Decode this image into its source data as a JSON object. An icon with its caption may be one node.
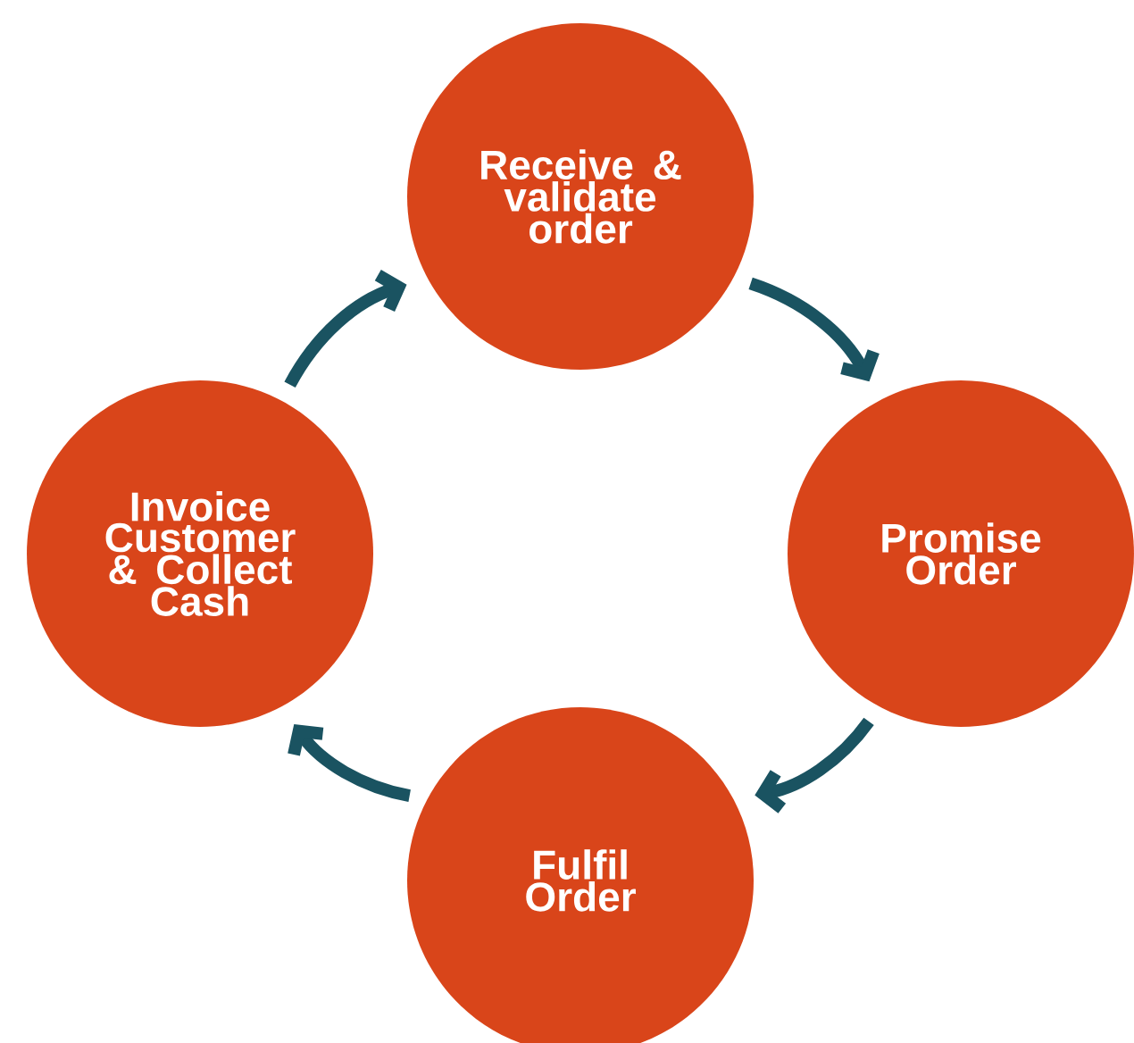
{
  "diagram": {
    "nodes": [
      {
        "text": [
          "Receive & validate order"
        ]
      },
      {
        "text": [
          "Promise Order"
        ]
      },
      {
        "text": [
          "Fulfil Order"
        ]
      },
      {
        "text": [
          "Invoice Customer & Collect Cash"
        ]
      }
    ],
    "edges": [
      {
        "from": 0,
        "to": 1,
        "arrow": "to"
      },
      {
        "from": 1,
        "to": 2,
        "arrow": "to"
      },
      {
        "from": 2,
        "to": 3,
        "arrow": "to"
      },
      {
        "from": 3,
        "to": 0,
        "arrow": "to"
      }
    ]
  }
}
